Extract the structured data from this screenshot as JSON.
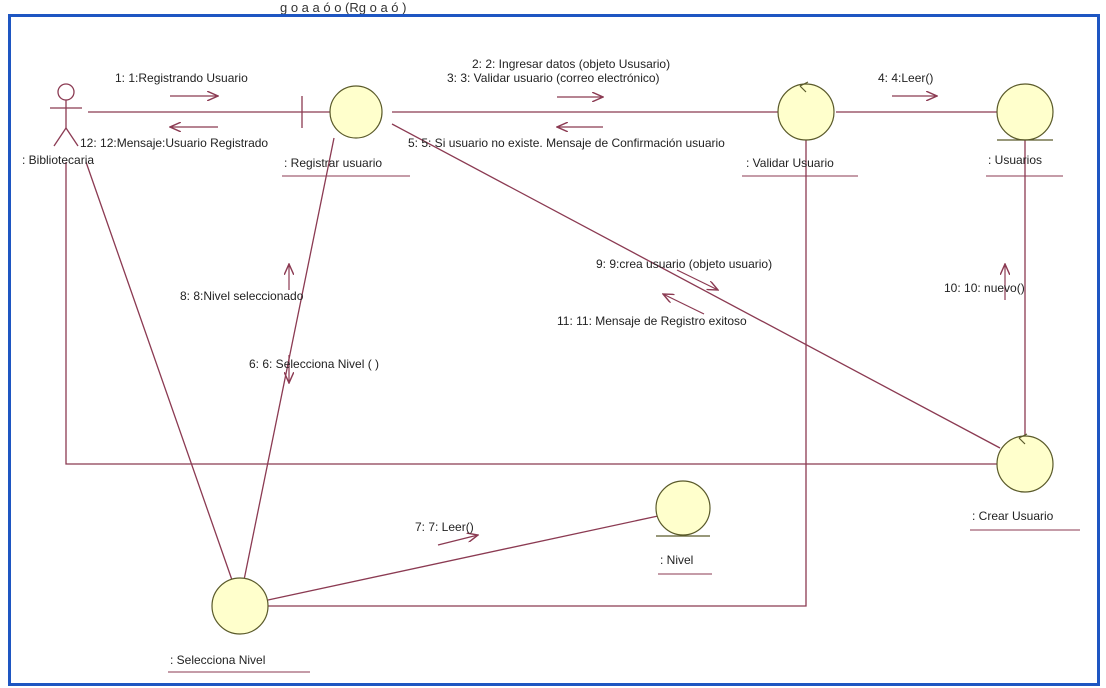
{
  "caption_fragment": "g  o  a    a  ó     o   (Rg  o      a  ó   )",
  "objects": {
    "actor": ": Bibliotecaria",
    "registrar": ": Registrar usuario",
    "validar": ": Validar Usuario",
    "usuarios": ": Usuarios",
    "crear": ": Crear Usuario",
    "nivel": ": Nivel",
    "selecciona": ": Selecciona Nivel"
  },
  "messages": {
    "m1": "1: 1:Registrando Usuario",
    "m2": "2: 2: Ingresar datos (objeto Ususario)",
    "m3": "3: 3: Validar usuario (correo electrónico)",
    "m4": "4: 4:Leer()",
    "m5": "5: 5: Si usuario no existe. Mensaje de Confirmación usuario",
    "m6": "6: 6: Selecciona Nivel ( )",
    "m7": "7: 7: Leer()",
    "m8": "8: 8:Nivel seleccionado",
    "m9": "9: 9:crea usuario (objeto usuario)",
    "m10": "10: 10: nuevo()",
    "m11": "11: 11: Mensaje de Registro exitoso",
    "m12": "12: 12:Mensaje:Usuario Registrado"
  }
}
